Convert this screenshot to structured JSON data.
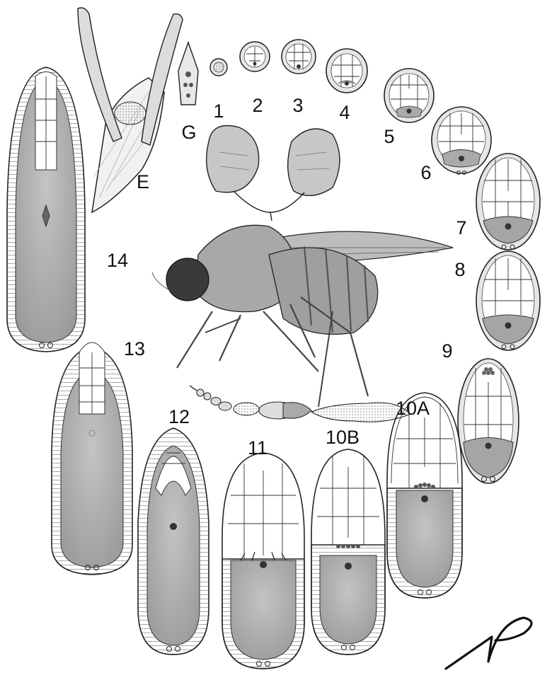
{
  "figure": {
    "title": "",
    "stage_labels": [
      "1",
      "2",
      "3",
      "4",
      "5",
      "6",
      "7",
      "8",
      "9",
      "10A",
      "10B",
      "11",
      "12",
      "13",
      "14"
    ],
    "extra_labels": {
      "germarium": "G",
      "egg_appendage": "E"
    },
    "colors": {
      "follicle_fill": "#dcdcdc",
      "yolk_fill": "#a9a9a9",
      "outline": "#222222",
      "background": "#ffffff"
    },
    "signature_text": "NP"
  }
}
